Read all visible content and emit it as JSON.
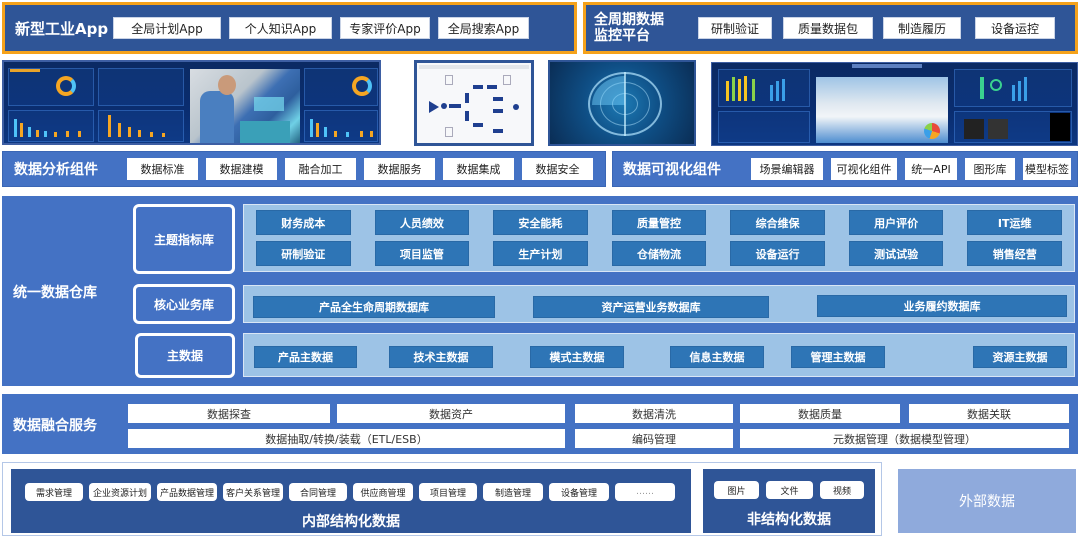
{
  "top_row": {
    "apps": {
      "title": "新型工业App",
      "buttons": [
        "全局计划App",
        "个人知识App",
        "专家评价App",
        "全局搜索App"
      ]
    },
    "monitor": {
      "title_line1": "全周期数据",
      "title_line2": "监控平台",
      "buttons": [
        "研制验证",
        "质量数据包",
        "制造履历",
        "设备运控"
      ]
    }
  },
  "screenshots": [
    {
      "name": "dashboard-ar-worker",
      "desc": "数据大屏 + AR装配"
    },
    {
      "name": "process-flow-diagram",
      "desc": "流程图"
    },
    {
      "name": "radar-visual",
      "desc": "雷达可视化"
    },
    {
      "name": "factory-monitor-dashboard",
      "desc": "工厂监控大屏"
    }
  ],
  "analysis": {
    "title": "数据分析组件",
    "buttons": [
      "数据标准",
      "数据建模",
      "融合加工",
      "数据服务",
      "数据集成",
      "数据安全"
    ]
  },
  "visualization": {
    "title": "数据可视化组件",
    "buttons": [
      "场景编辑器",
      "可视化组件",
      "统一API",
      "图形库",
      "模型标签"
    ]
  },
  "warehouse": {
    "title": "统一数据仓库",
    "theme": {
      "label": "主题指标库",
      "row1": [
        "财务成本",
        "人员绩效",
        "安全能耗",
        "质量管控",
        "综合维保",
        "用户评价",
        "IT运维"
      ],
      "row2": [
        "研制验证",
        "项目监管",
        "生产计划",
        "仓储物流",
        "设备运行",
        "测试试验",
        "销售经营"
      ]
    },
    "core": {
      "label": "核心业务库",
      "items": [
        "产品全生命周期数据库",
        "资产运营业务数据库",
        "业务履约数据库"
      ]
    },
    "master": {
      "label": "主数据",
      "items": [
        "产品主数据",
        "技术主数据",
        "模式主数据",
        "信息主数据",
        "管理主数据",
        "资源主数据"
      ]
    }
  },
  "fusion": {
    "title": "数据融合服务",
    "row1": [
      "数据探查",
      "数据资产",
      "数据清洗",
      "数据质量",
      "数据关联"
    ],
    "row2": [
      "数据抽取/转换/装载（ETL/ESB）",
      "编码管理",
      "元数据管理（数据模型管理）"
    ]
  },
  "internal": {
    "title": "内部结构化数据",
    "items": [
      "需求管理",
      "企业资源计划",
      "产品数据管理",
      "客户关系管理",
      "合同管理",
      "供应商管理",
      "项目管理",
      "制造管理",
      "设备管理",
      "……"
    ]
  },
  "unstructured": {
    "title": "非结构化数据",
    "items": [
      "图片",
      "文件",
      "视频"
    ]
  },
  "external": {
    "title": "外部数据"
  },
  "colors": {
    "dark_blue": "#2f5597",
    "mid_blue": "#4472c4",
    "cell_blue": "#2e75b6",
    "light_blue": "#9dc3e6",
    "orange_border": "#f5a21b",
    "external_blue": "#8faadc"
  }
}
